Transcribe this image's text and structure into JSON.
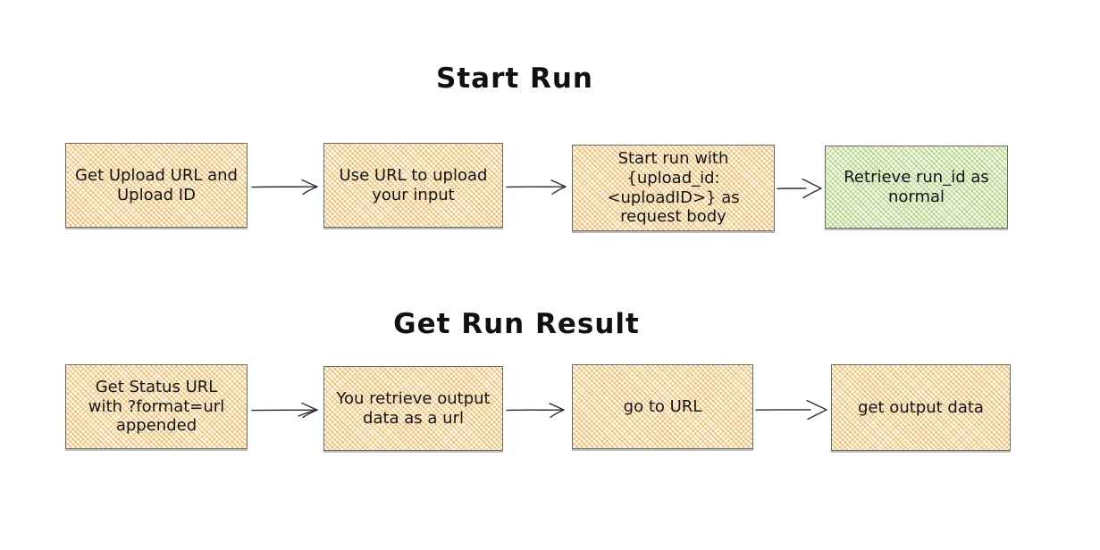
{
  "diagram_type": "flowchart",
  "sections": [
    {
      "title": "Start Run",
      "boxes": [
        {
          "label": "Get Upload URL and\nUpload ID",
          "style": "orange"
        },
        {
          "label": "Use URL to upload\nyour input",
          "style": "orange"
        },
        {
          "label": "Start run with\n{upload_id:\n<uploadID>} as\nrequest body",
          "style": "orange"
        },
        {
          "label": "Retrieve run_id as\nnormal",
          "style": "green"
        }
      ]
    },
    {
      "title": "Get Run Result",
      "boxes": [
        {
          "label": "Get Status URL\nwith ?format=url\nappended",
          "style": "orange"
        },
        {
          "label": "You retrieve output\ndata as a url",
          "style": "orange"
        },
        {
          "label": "go to URL",
          "style": "orange"
        },
        {
          "label": "get output data",
          "style": "orange"
        }
      ]
    }
  ],
  "colors": {
    "background": "#ffffff",
    "orange_box_bg": "#fefaf0",
    "orange_box_hatch": "#eda53c",
    "green_box_bg": "#f7faf1",
    "green_box_hatch": "#94c653",
    "box_border": "#6b6a64",
    "arrow": "#2f2f2f",
    "text": "#141414"
  }
}
